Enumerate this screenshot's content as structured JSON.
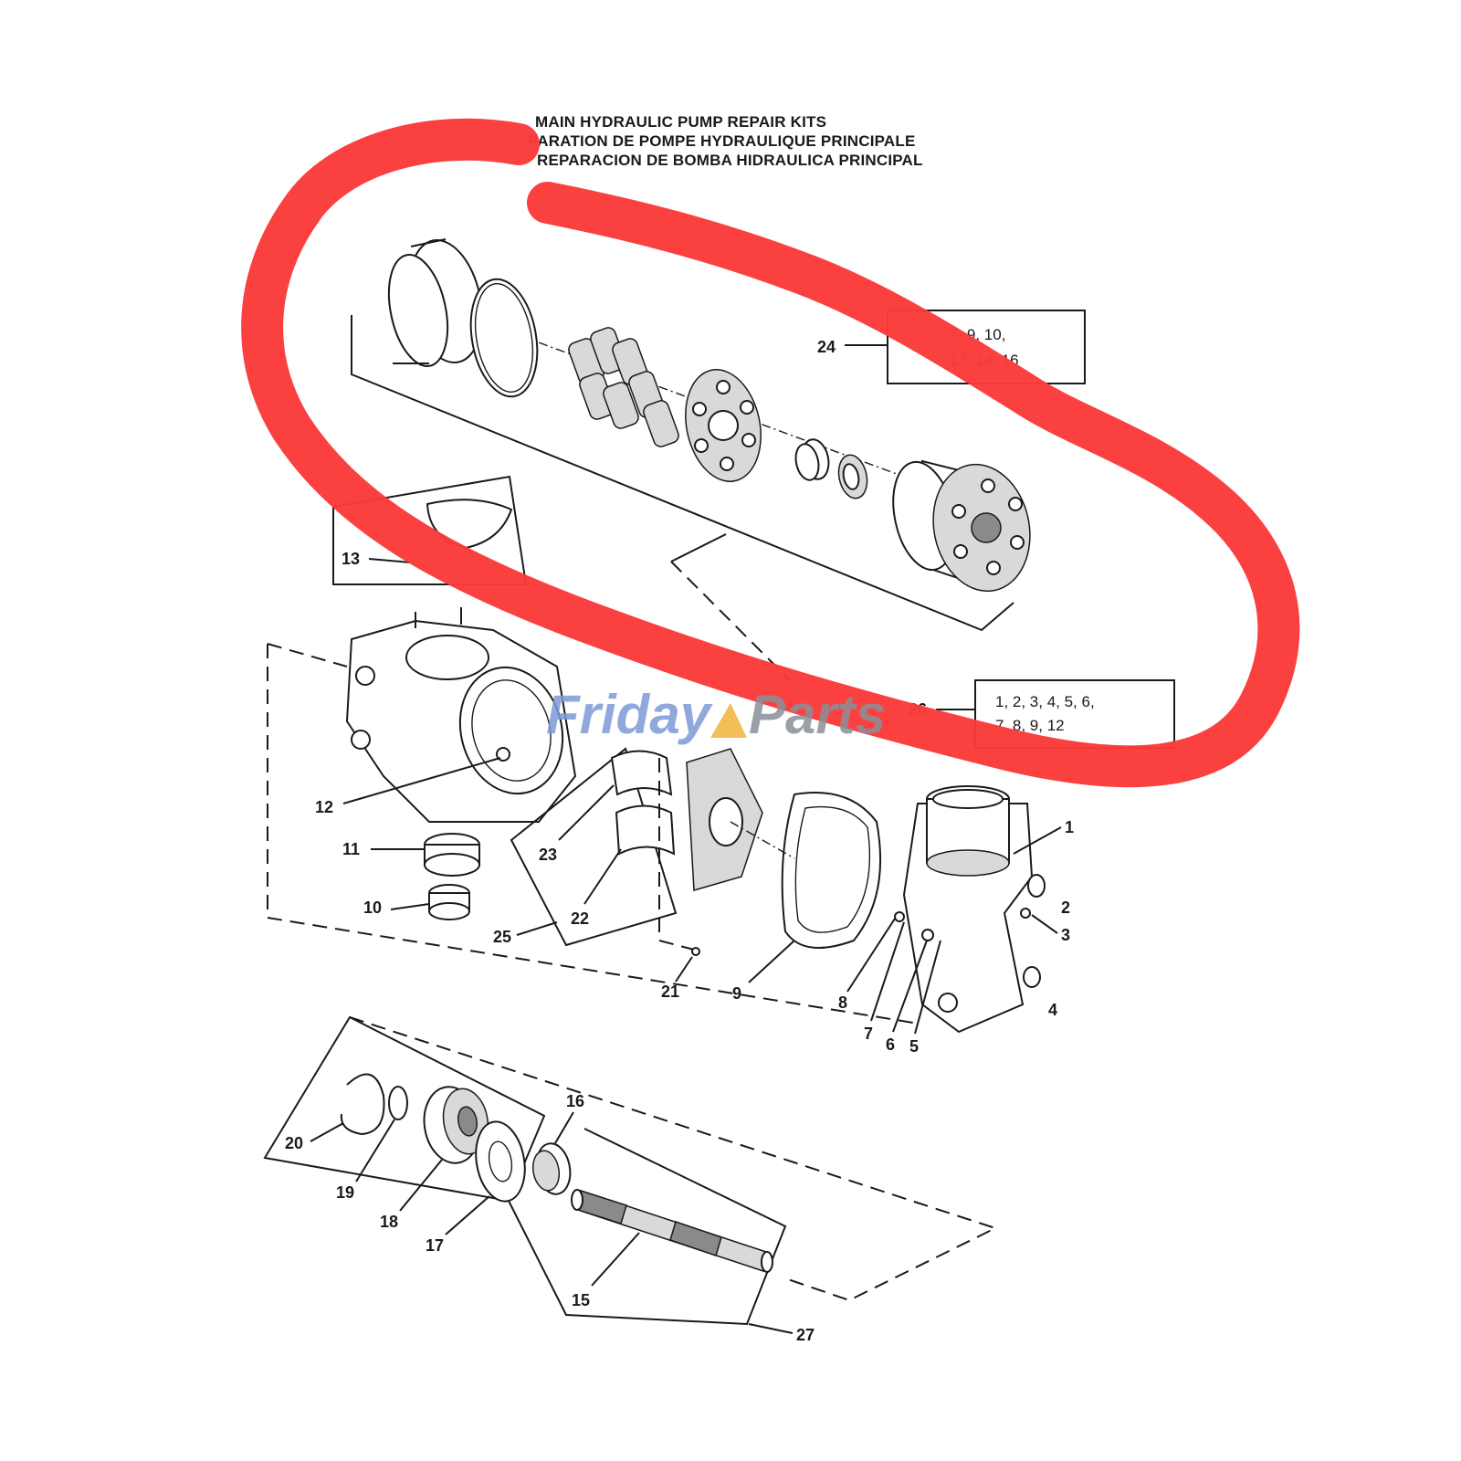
{
  "title_lines": [
    "MAIN HYDRAULIC PUMP REPAIR KITS",
    "PARATION DE POMPE HYDRAULIQUE PRINCIPALE",
    "REPARACION DE BOMBA HIDRAULICA PRINCIPAL"
  ],
  "kit_boxes": {
    "kit24": {
      "label": "24",
      "line1": "7, 9, 10,",
      "line2": "13, 14, 16"
    },
    "kit26": {
      "label": "26",
      "line1": "1, 2, 3, 4, 5, 6,",
      "line2": "7, 8, 9, 12"
    }
  },
  "callouts": {
    "c1": "1",
    "c2": "2",
    "c3": "3",
    "c4": "4",
    "c5": "5",
    "c6": "6",
    "c7": "7",
    "c8": "8",
    "c9": "9",
    "c10": "10",
    "c11": "11",
    "c12": "12",
    "c13": "13",
    "c15": "15",
    "c16": "16",
    "c17": "17",
    "c18": "18",
    "c19": "19",
    "c20": "20",
    "c21": "21",
    "c22": "22",
    "c23": "23",
    "c25": "25",
    "c27": "27"
  },
  "watermark": {
    "text_a": "Friday",
    "text_b": "Parts"
  },
  "colors": {
    "highlight_stroke": "#fb3a3a",
    "watermark_blue": "#7d9ad6",
    "watermark_gray": "#8a8f99",
    "watermark_orange": "#f1b23a"
  }
}
